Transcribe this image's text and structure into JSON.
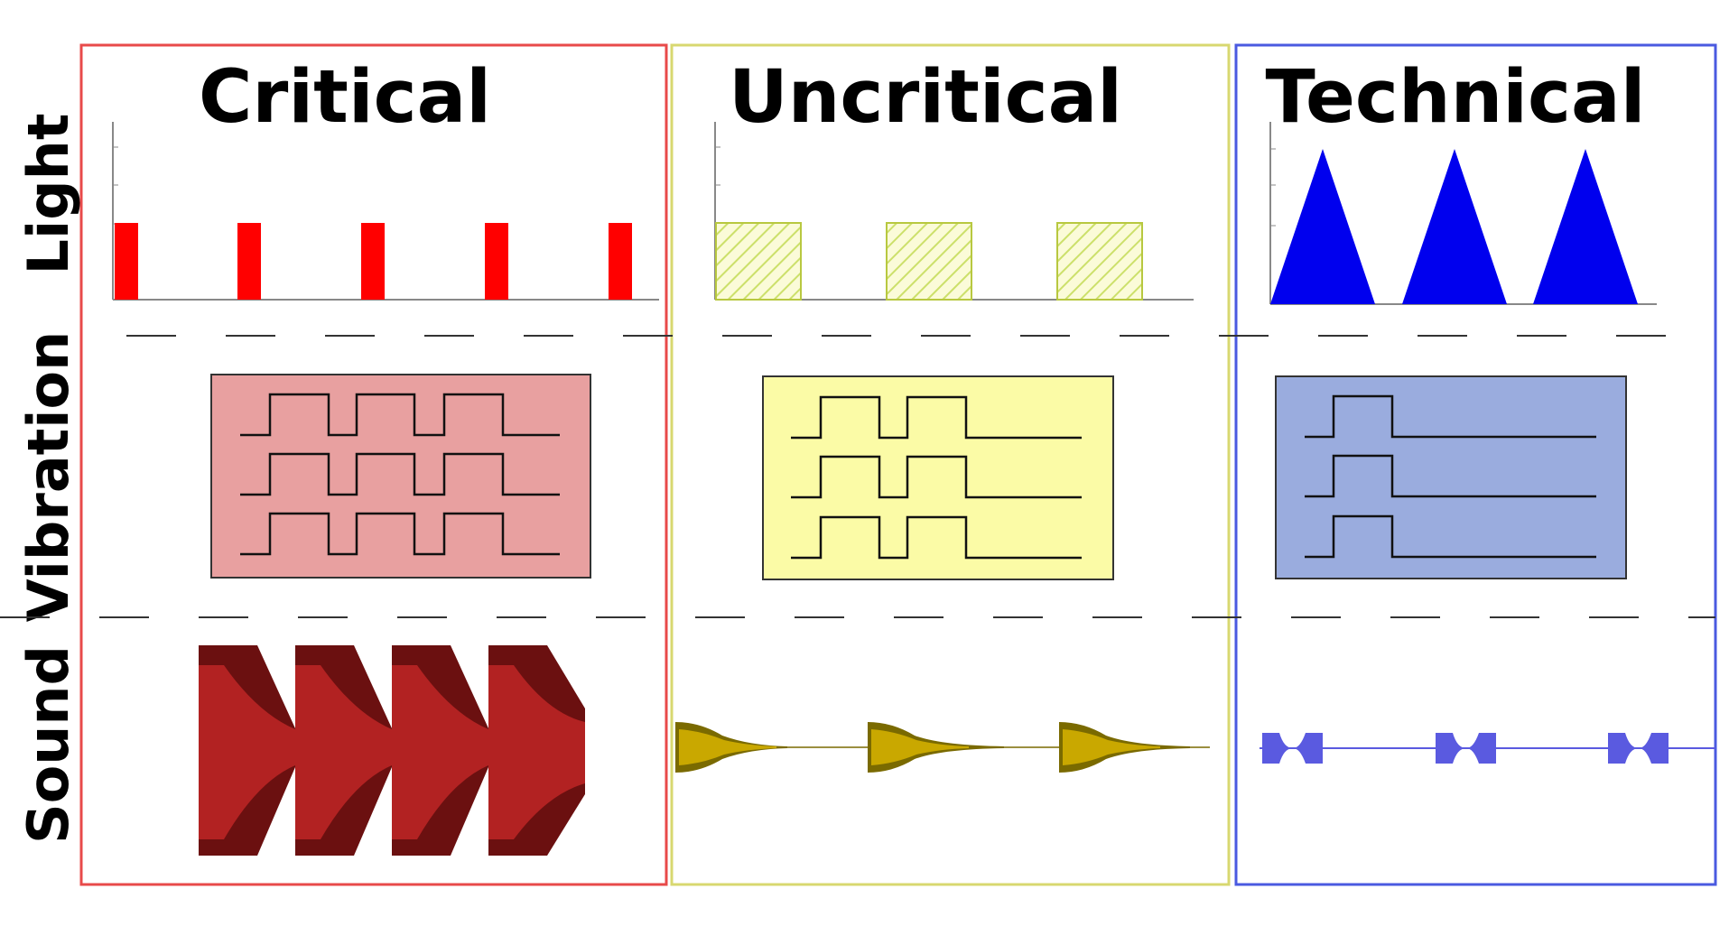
{
  "columns": [
    {
      "key": "critical",
      "title": "Critical",
      "frame_color": "#e84a4a",
      "light_color": "#ff0000",
      "vib_fill": "#e8a0a0",
      "sound_light": "#b22222",
      "sound_dark": "#6b1010"
    },
    {
      "key": "uncritical",
      "title": "Uncritical",
      "frame_color": "#d8d870",
      "light_color": "#cce06a",
      "vib_fill": "#fbfba6",
      "sound_light": "#c9a800",
      "sound_dark": "#7a6a00"
    },
    {
      "key": "technical",
      "title": "Technical",
      "frame_color": "#4a5ae0",
      "light_color": "#0000ee",
      "vib_fill": "#9aacde",
      "sound_light": "#5a5ae0",
      "sound_dark": "#3030b0"
    }
  ],
  "rows": [
    {
      "key": "light",
      "label": "Light"
    },
    {
      "key": "vibration",
      "label": "Vibration"
    },
    {
      "key": "sound",
      "label": "Sound"
    }
  ],
  "patterns": {
    "light": {
      "critical": "pulses",
      "uncritical": "hatched-pulses",
      "technical": "triangles"
    },
    "vibration_pulses_per_line": {
      "critical": 3,
      "uncritical": 2,
      "technical": 1
    },
    "sound_bursts": {
      "critical": 4,
      "uncritical": 3,
      "technical": 3
    }
  }
}
